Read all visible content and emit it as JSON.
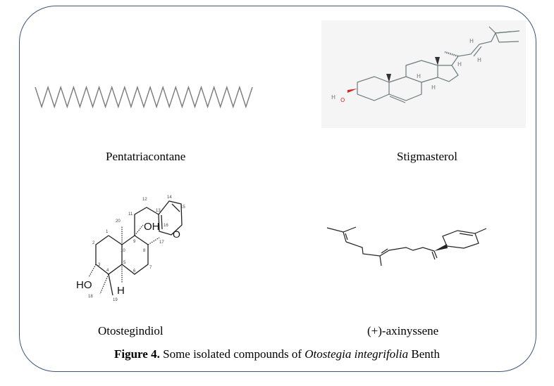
{
  "figure": {
    "caption_prefix": "Figure 4.",
    "caption_text": " Some isolated compounds of ",
    "caption_species": "Otostegia integrifolia",
    "caption_suffix": " Benth"
  },
  "compounds": [
    {
      "name": "Pentatriacontane",
      "structure": "long zigzag alkane chain"
    },
    {
      "name": "Stigmasterol",
      "structure": "sterol skeleton",
      "atom_labels": {
        "hydroxyl_h": "H",
        "hydroxyl_o": "O",
        "h": "H"
      }
    },
    {
      "name": "Otostegindiol",
      "structure": "furanoid diterpene",
      "atom_labels": {
        "oh_top": "OH",
        "ho_left": "HO",
        "h_bottom": "H",
        "furan_o": "O"
      },
      "atom_numbers": [
        "1",
        "2",
        "3",
        "4",
        "5",
        "6",
        "7",
        "8",
        "9",
        "10",
        "11",
        "12",
        "13",
        "14",
        "15",
        "16",
        "17",
        "18",
        "19",
        "20"
      ]
    },
    {
      "name": "(+)-axinyssene",
      "structure": "terpene chain with cyclohexene"
    }
  ],
  "colors": {
    "frame": "#3b5578",
    "bond_gray": "#7a7a7a",
    "stig_bond": "#6b7b7b",
    "oxygen_red": "#e02020"
  }
}
